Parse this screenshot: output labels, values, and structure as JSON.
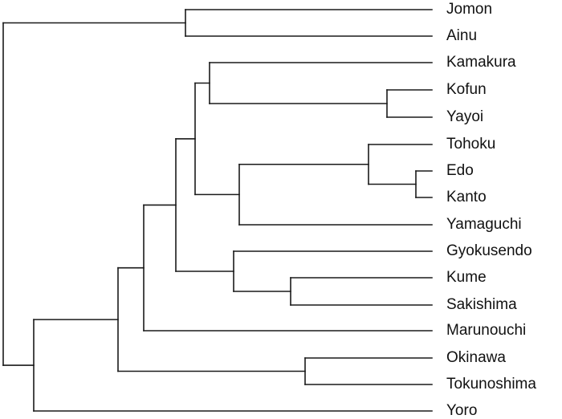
{
  "dendrogram": {
    "leaves": [
      {
        "label": "Jomon"
      },
      {
        "label": "Ainu"
      },
      {
        "label": "Kamakura"
      },
      {
        "label": "Kofun"
      },
      {
        "label": "Yayoi"
      },
      {
        "label": "Tohoku"
      },
      {
        "label": "Edo"
      },
      {
        "label": "Kanto"
      },
      {
        "label": "Yamaguchi"
      },
      {
        "label": "Gyokusendo"
      },
      {
        "label": "Kume"
      },
      {
        "label": "Sakishima"
      },
      {
        "label": "Marunouchi"
      },
      {
        "label": "Okinawa"
      },
      {
        "label": "Tokunoshima"
      },
      {
        "label": "Yoro"
      }
    ],
    "line_color": "#1a1a1a"
  }
}
